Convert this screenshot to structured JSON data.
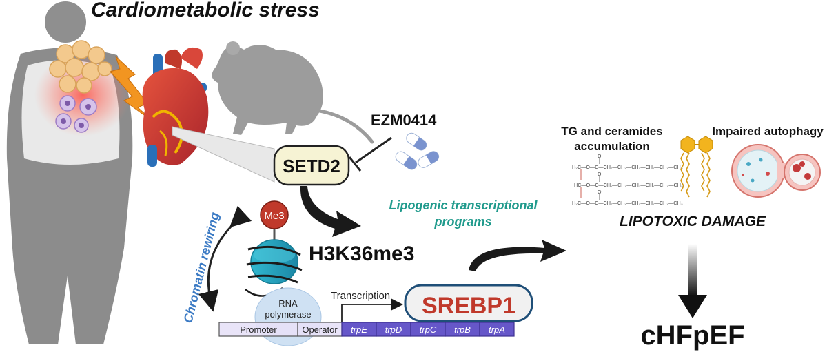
{
  "title": "Cardiometabolic stress",
  "drug": "EZM0414",
  "enzyme": "SETD2",
  "mark": "H3K36me3",
  "methyl": "Me3",
  "rewiring": "Chromatin rewiring",
  "programs_line1": "Lipogenic transcriptional",
  "programs_line2": "programs",
  "transcription": "Transcription",
  "rnap_line1": "RNA",
  "rnap_line2": "polymerase",
  "target_gene": "SREBP1",
  "operon": {
    "promoter": "Promoter",
    "operator": "Operator",
    "genes": [
      "trpE",
      "trpD",
      "trpC",
      "trpB",
      "trpA"
    ]
  },
  "tg_line1": "TG and ceramides",
  "tg_line2": "accumulation",
  "autophagy": "Impaired autophagy",
  "lipotoxic": "LIPOTOXIC DAMAGE",
  "outcome": "cHFpEF",
  "formula": {
    "row1": "H₂C—O—C—CH₂—CH₂—CH₂—CH₂—CH₂—CH₃",
    "row2": "HC—O—C—CH₂—CH₂—CH₂—CH₂—CH₂—CH₃",
    "row3": "H₂C—O—C—CH₂—CH₂—CH₂—CH₂—CH₂—CH₃",
    "carbonyl": "O"
  },
  "colors": {
    "teal": "#1f9a8c",
    "rewiring_blue": "#3b7ac4",
    "srebp_red": "#c0392b",
    "gene_purple": "#6657c9",
    "setd2_fill": "#f6f3d4"
  }
}
